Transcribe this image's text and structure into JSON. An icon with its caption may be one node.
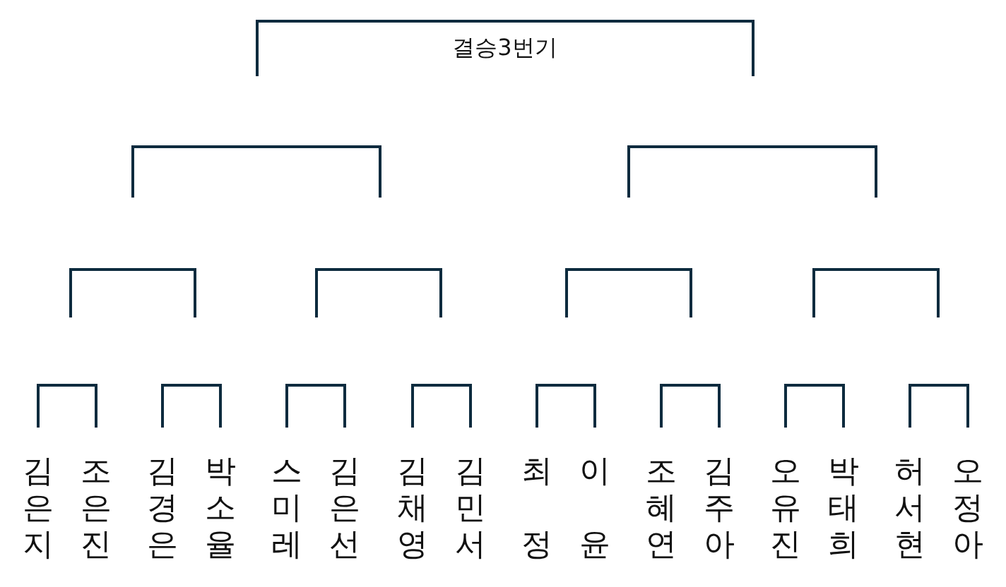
{
  "diagram": {
    "nodes": [
      {
        "text": [
          "결승3번기"
        ]
      },
      {
        "text": [],
        "shape": "bracket"
      },
      {
        "text": [],
        "shape": "bracket"
      },
      {
        "text": [],
        "shape": "bracket"
      },
      {
        "text": [],
        "shape": "bracket"
      },
      {
        "text": [],
        "shape": "bracket"
      },
      {
        "text": [],
        "shape": "bracket"
      },
      {
        "text": [],
        "shape": "bracket"
      },
      {
        "text": [],
        "shape": "bracket"
      },
      {
        "text": [],
        "shape": "bracket"
      },
      {
        "text": [],
        "shape": "bracket"
      },
      {
        "text": [],
        "shape": "bracket"
      },
      {
        "text": [],
        "shape": "bracket"
      },
      {
        "text": [],
        "shape": "bracket"
      },
      {
        "text": [],
        "shape": "bracket"
      },
      {
        "text": [
          "김은지"
        ]
      },
      {
        "text": [
          "조은진"
        ]
      },
      {
        "text": [
          "김경은"
        ]
      },
      {
        "text": [
          "박소율"
        ]
      },
      {
        "text": [
          "스미레"
        ]
      },
      {
        "text": [
          "김은선"
        ]
      },
      {
        "text": [
          "김채영"
        ]
      },
      {
        "text": [
          "김민서"
        ]
      },
      {
        "text": [
          "최정"
        ]
      },
      {
        "text": [
          "이윤"
        ]
      },
      {
        "text": [
          "조혜연"
        ]
      },
      {
        "text": [
          "김주아"
        ]
      },
      {
        "text": [
          "오유진"
        ]
      },
      {
        "text": [
          "박태희"
        ]
      },
      {
        "text": [
          "허서현"
        ]
      },
      {
        "text": [
          "오정아"
        ]
      }
    ]
  }
}
